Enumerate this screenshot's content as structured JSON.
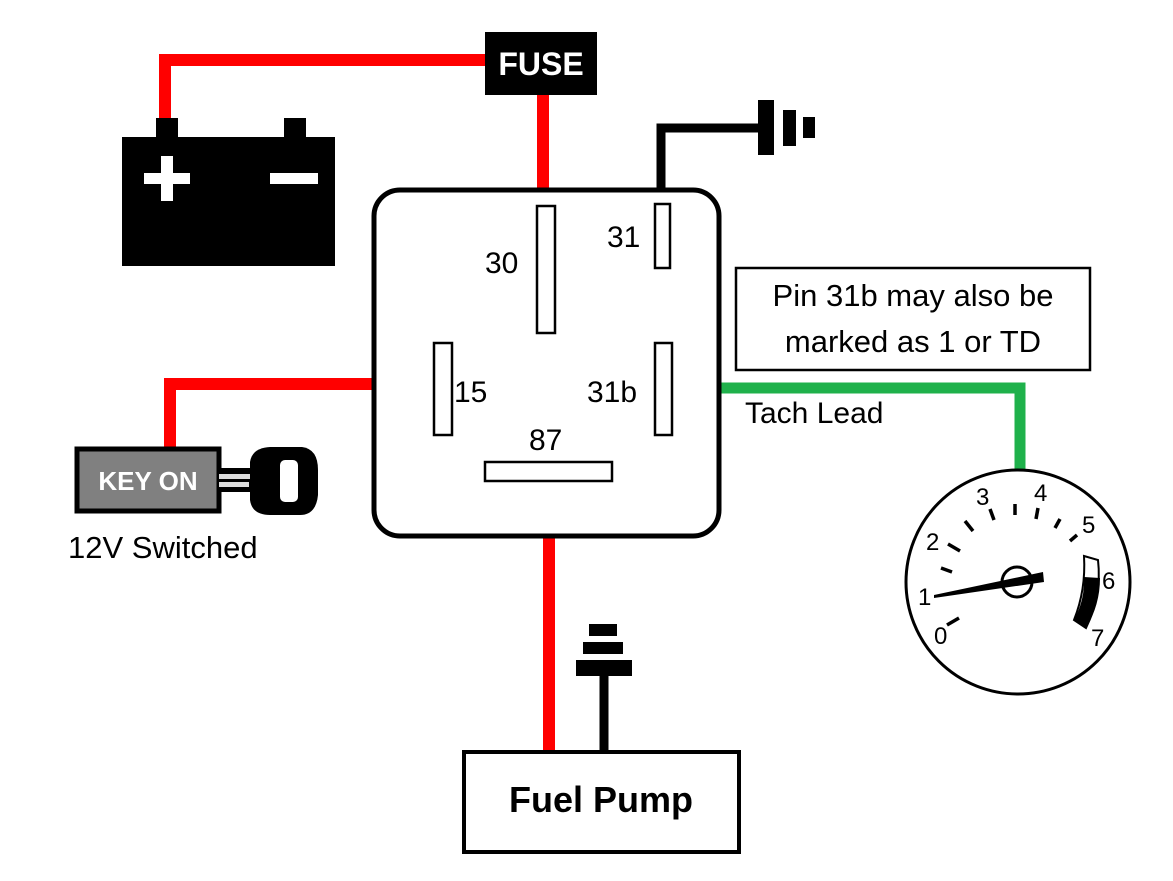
{
  "colors": {
    "power_wire": "#ff0000",
    "ground_wire": "#000000",
    "tach_wire": "#1fb14b",
    "key_body": "#808080"
  },
  "fuse": {
    "label": "FUSE"
  },
  "battery": {
    "plus": "+",
    "minus": "−"
  },
  "relay": {
    "pins": {
      "p30": "30",
      "p31": "31",
      "p15": "15",
      "p31b": "31b",
      "p87": "87"
    }
  },
  "note": {
    "line1": "Pin 31b may also be",
    "line2": "marked as 1 or TD"
  },
  "tach_lead": "Tach Lead",
  "key": {
    "label": "KEY ON",
    "caption": "12V Switched"
  },
  "fuel_pump": {
    "label": "Fuel Pump"
  },
  "tachometer": {
    "scale": [
      "0",
      "1",
      "2",
      "3",
      "4",
      "5",
      "6",
      "7"
    ],
    "needle_value": 1,
    "redline_start": 6
  }
}
